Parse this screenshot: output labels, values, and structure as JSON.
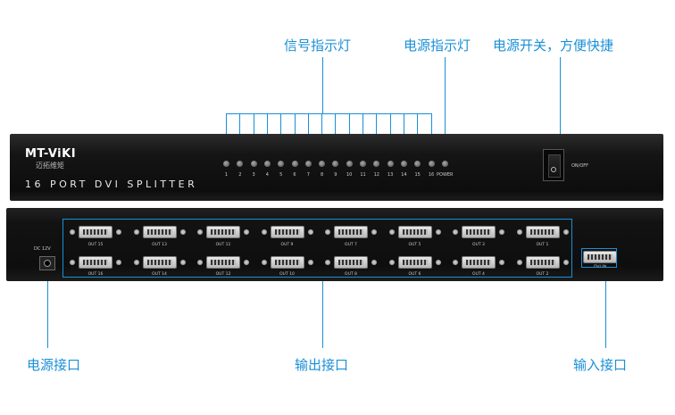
{
  "callouts": {
    "signal_led": "信号指示灯",
    "power_led": "电源指示灯",
    "power_switch": "电源开关，方便快捷",
    "power_port": "电源接口",
    "output_port": "输出接口",
    "input_port": "输入接口"
  },
  "front_panel": {
    "brand": "MT-ViKI",
    "brand_sub": "迈拓维矩",
    "model": "16 PORT DVI SPLITTER",
    "led_numbers": [
      "1",
      "2",
      "3",
      "4",
      "5",
      "6",
      "7",
      "8",
      "9",
      "10",
      "11",
      "12",
      "13",
      "14",
      "15",
      "16"
    ],
    "power_label": "POWER",
    "switch_label": "ON/OFF"
  },
  "back_panel": {
    "dc_label": "DC 12V",
    "top_row_labels": [
      "OUT 15",
      "OUT 13",
      "OUT 11",
      "OUT 9",
      "OUT 7",
      "OUT 5",
      "OUT 3",
      "OUT 1"
    ],
    "bottom_row_labels": [
      "OUT 16",
      "OUT 14",
      "OUT 12",
      "OUT 10",
      "OUT 8",
      "OUT 6",
      "OUT 4",
      "OUT 2"
    ],
    "input_label": "DVI IN"
  },
  "colors": {
    "accent": "#1a8fd6",
    "device": "#111111"
  }
}
